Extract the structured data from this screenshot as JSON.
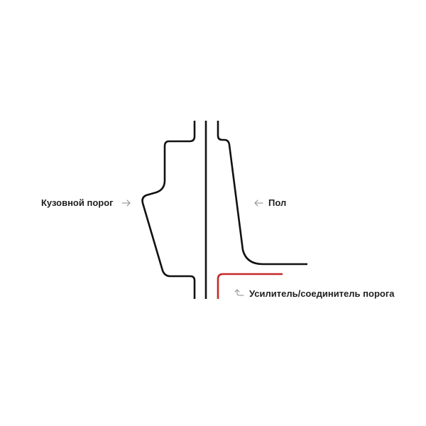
{
  "labels": {
    "body_sill": "Кузовной порог",
    "floor": "Пол",
    "reinforcement": "Усилитель/соединитель порога"
  },
  "colors": {
    "profile_stroke": "#111111",
    "reinforcement_stroke": "#c62828",
    "label_text": "#1f1f1f",
    "arrow": "#8a8a8a"
  },
  "icons": {
    "body_sill_pointer": "arrow-right-icon",
    "floor_pointer": "arrow-left-icon",
    "reinforcement_pointer": "arrow-up-curved-icon"
  }
}
